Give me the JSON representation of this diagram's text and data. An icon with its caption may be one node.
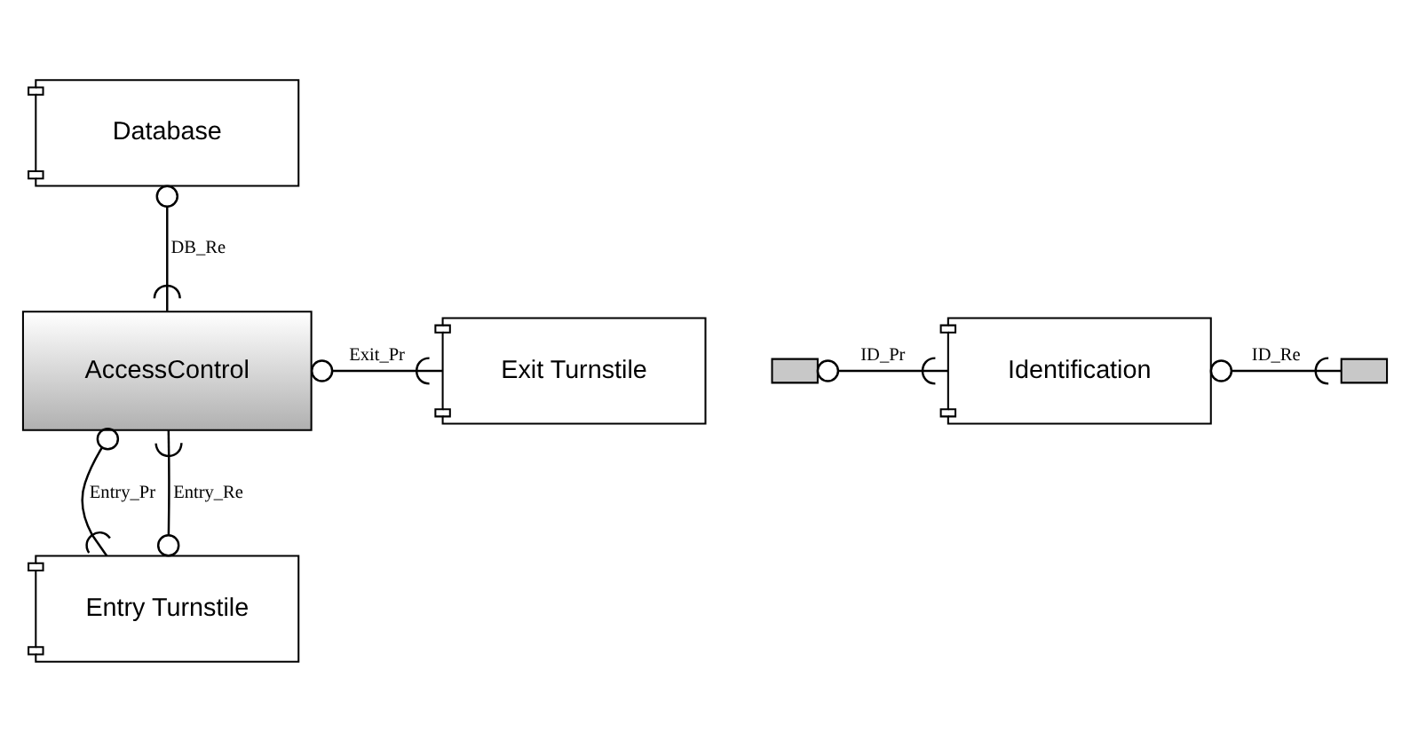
{
  "diagram": {
    "nodes": [
      {
        "text": [
          "Database"
        ]
      },
      {
        "text": [
          "Identification"
        ]
      },
      {
        "text": [],
        "shape": "box"
      },
      {
        "text": [],
        "shape": "box"
      },
      {
        "text": [
          "AccessControl"
        ]
      },
      {
        "text": [
          "Exit Turnstile"
        ]
      },
      {
        "text": [
          "Entry Turnstile"
        ]
      }
    ],
    "edges": [
      {
        "from": 0,
        "to": 4,
        "arrow": "other",
        "label": "DB_Re"
      },
      {
        "from": 2,
        "to": 1,
        "arrow": "other",
        "label": "ID_Pr"
      },
      {
        "from": 1,
        "to": 3,
        "arrow": "other",
        "label": "ID_Re"
      },
      {
        "from": 4,
        "to": 5,
        "arrow": "other",
        "label": "Exit_Pr"
      },
      {
        "from": 4,
        "to": 6,
        "arrow": "other",
        "label": "Entry_Pr"
      },
      {
        "from": 6,
        "to": 4,
        "arrow": "other",
        "label": "Entry_Re"
      }
    ]
  }
}
